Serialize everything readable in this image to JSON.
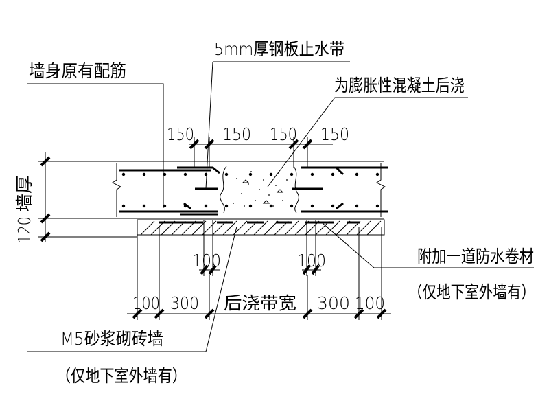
{
  "labels": {
    "steel_waterstop": "5mm厚钢板止水带",
    "original_rebar": "墙身原有配筋",
    "expansive_concrete": "为膨胀性混凝土后浇",
    "membrane_line1": "附加一道防水卷材",
    "membrane_line2": "（仅地下室外墙有）",
    "brick_line1": "M5砂浆砌砖墙",
    "brick_line2": "（仅地下室外墙有）",
    "wall_thickness_value": "120",
    "wall_thickness_text": "墙厚",
    "band_width": "后浇带宽"
  },
  "dimensions": {
    "top": [
      "150",
      "150",
      "150",
      "150"
    ],
    "mid": [
      "100",
      "100"
    ],
    "bottom_left": [
      "100",
      "300"
    ],
    "bottom_right": [
      "300",
      "100"
    ]
  }
}
